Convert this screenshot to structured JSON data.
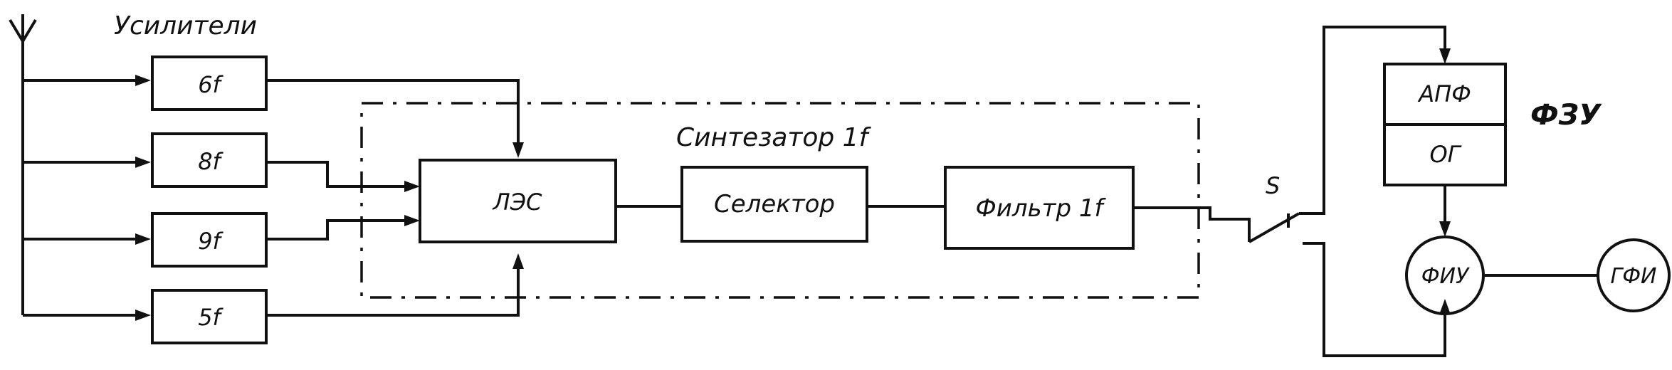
{
  "title": "Усилители",
  "amplifiers": [
    "6f",
    "8f",
    "9f",
    "5f"
  ],
  "synth_label": "Синтезатор 1f",
  "blocks": {
    "les": "ЛЭС",
    "selector": "Селектор",
    "filter": "Фильтр 1f",
    "apf": "АПФ",
    "og": "ОГ",
    "fiu": "ФИУ",
    "gfi": "ГФИ"
  },
  "switch_label": "S",
  "fzu_label": "ФЗУ",
  "antenna_icon": "antenna-icon"
}
